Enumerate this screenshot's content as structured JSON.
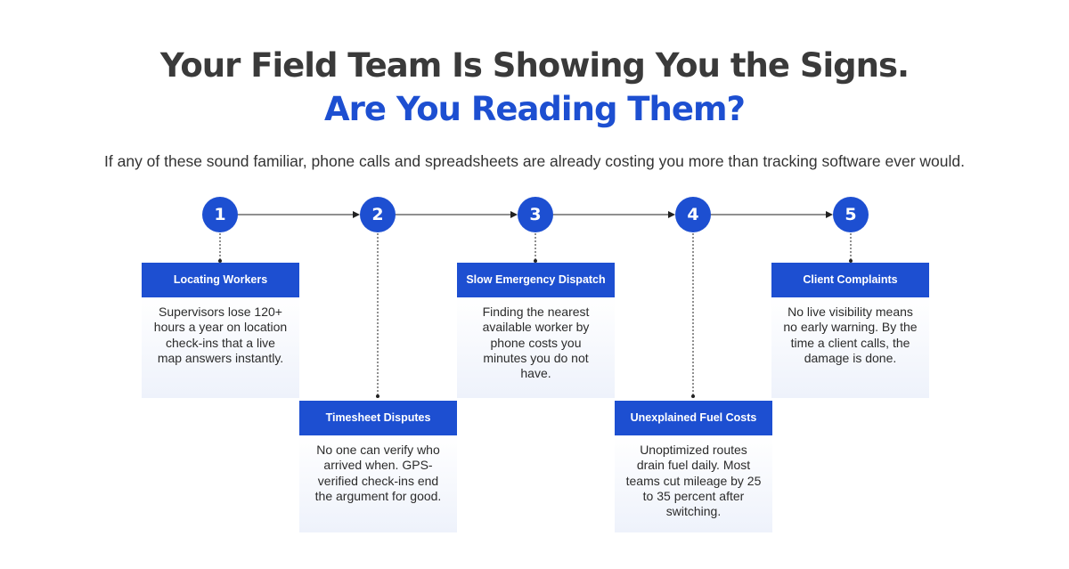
{
  "title_line1": "Your Field Team Is Showing You the Signs.",
  "title_line2": "Are You Reading Them?",
  "subtitle": "If any of these sound familiar, phone calls and spreadsheets are already costing you more than tracking software ever would.",
  "colors": {
    "accent": "#1d4fd1",
    "title": "#3a3a3a",
    "card_body_bg": "#eef2fb"
  },
  "steps": [
    {
      "number": "1",
      "title": "Locating Workers",
      "text": "Supervisors lose 120+ hours a year on location check-ins that a live map answers instantly."
    },
    {
      "number": "2",
      "title": "Timesheet Disputes",
      "text": "No one can verify who arrived when. GPS-verified check-ins end the argument for good."
    },
    {
      "number": "3",
      "title": "Slow Emergency Dispatch",
      "text": "Finding the nearest available worker by phone costs you minutes you do not have."
    },
    {
      "number": "4",
      "title": "Unexplained Fuel Costs",
      "text": "Unoptimized routes drain fuel daily. Most teams cut mileage by 25 to 35 percent after switching."
    },
    {
      "number": "5",
      "title": "Client Complaints",
      "text": "No live visibility means no early warning. By the time a client calls, the damage is done."
    }
  ]
}
